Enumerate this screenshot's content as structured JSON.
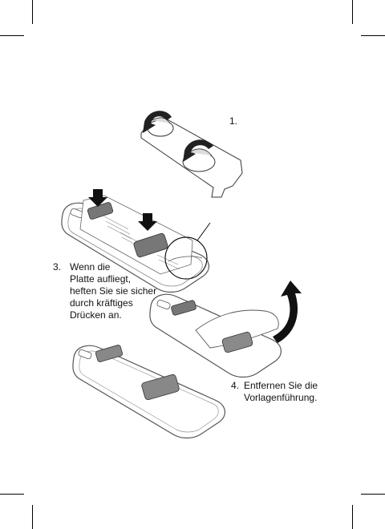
{
  "steps": {
    "step1": {
      "number": "1."
    },
    "step3": {
      "number": "3.",
      "lines": [
        "Wenn die",
        "Platte aufliegt,",
        "heften Sie sie sicher",
        "durch kräftiges",
        "Drücken an."
      ]
    },
    "step4": {
      "number": "4.",
      "lines": [
        "Entfernen Sie die",
        "Vorlagenführung."
      ]
    }
  },
  "colors": {
    "ink": "#111111",
    "plate": "#9a9a9a",
    "phone_stroke": "#555555"
  }
}
